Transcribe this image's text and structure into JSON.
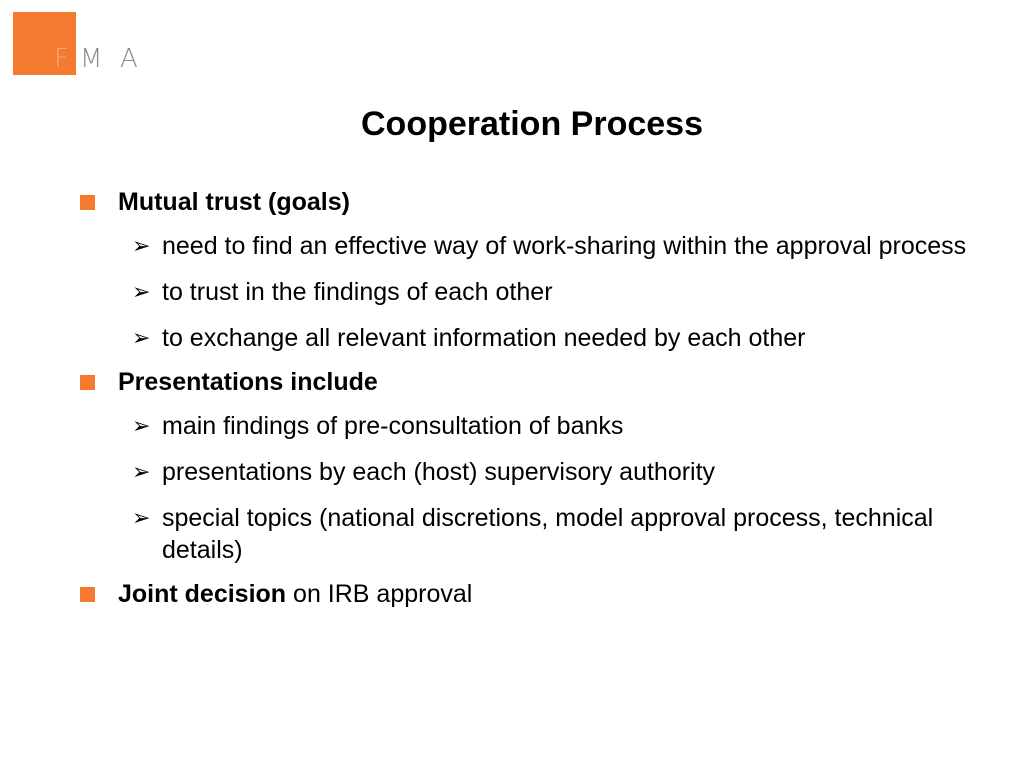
{
  "logo": {
    "letters": [
      "F",
      "M",
      "A"
    ],
    "accent_color": "#f47a2f"
  },
  "slide": {
    "title": "Cooperation Process",
    "sections": [
      {
        "bold": "Mutual trust (goals)",
        "rest": "",
        "items": [
          "need to find an effective way of work-sharing within the approval process",
          "to trust in the findings of each other",
          "to exchange all relevant information needed by each other"
        ]
      },
      {
        "bold": "Presentations include",
        "rest": "",
        "items": [
          "main findings of pre-consultation of banks",
          "presentations by each (host) supervisory authority",
          "special topics (national discretions, model approval process, technical details)"
        ]
      },
      {
        "bold": "Joint decision",
        "rest": " on IRB approval",
        "items": []
      }
    ]
  },
  "icons": {
    "level1": "orange-square-bullet-icon",
    "level2": "arrowhead-bullet-icon"
  }
}
